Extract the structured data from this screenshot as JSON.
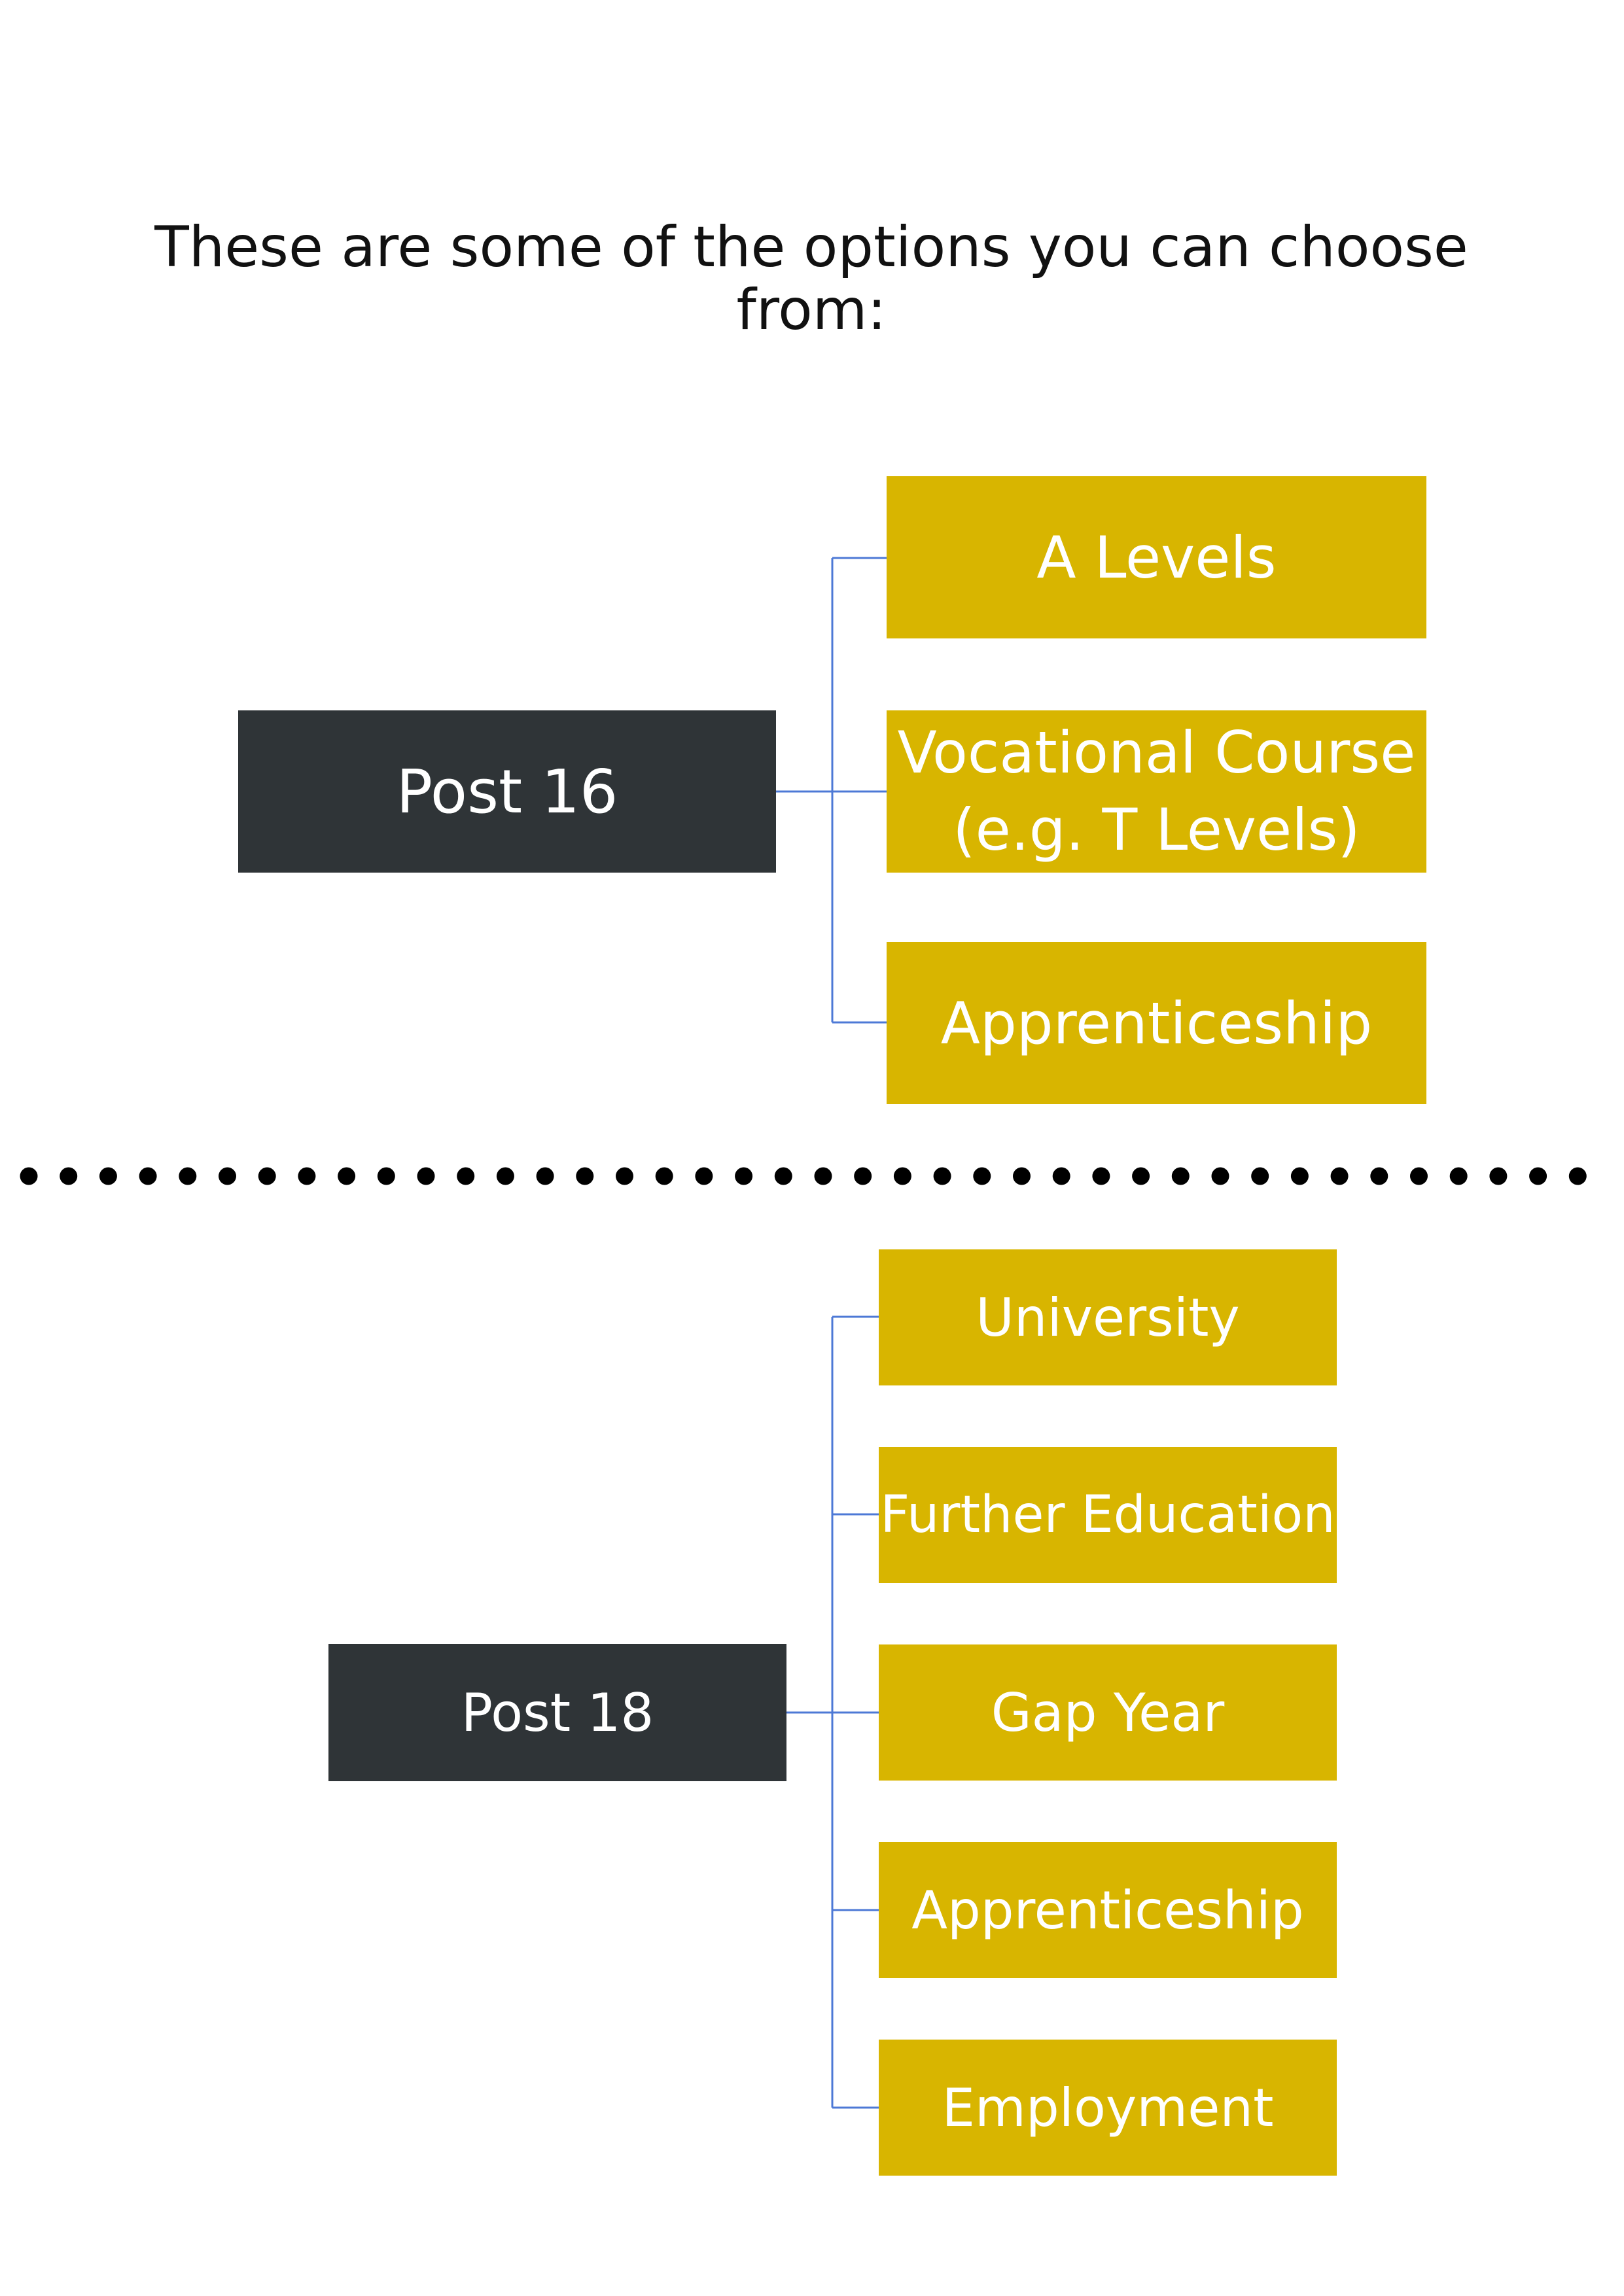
{
  "heading": {
    "line1": "These are some of the options you can choose",
    "line2": "from:"
  },
  "post16": {
    "label": "Post 16",
    "options": [
      {
        "lines": [
          "A Levels"
        ]
      },
      {
        "lines": [
          "Vocational Course",
          "(e.g. T Levels)"
        ]
      },
      {
        "lines": [
          "Apprenticeship"
        ]
      }
    ]
  },
  "post18": {
    "label": "Post 18",
    "options": [
      {
        "lines": [
          "University"
        ]
      },
      {
        "lines": [
          "Further Education"
        ]
      },
      {
        "lines": [
          "Gap Year"
        ]
      },
      {
        "lines": [
          "Apprenticeship"
        ]
      },
      {
        "lines": [
          "Employment"
        ]
      }
    ]
  },
  "colors": {
    "dark_box": "#2f3437",
    "option_box": "#d8b500",
    "connector": "#4d79d6",
    "divider_dots": "#000000"
  }
}
